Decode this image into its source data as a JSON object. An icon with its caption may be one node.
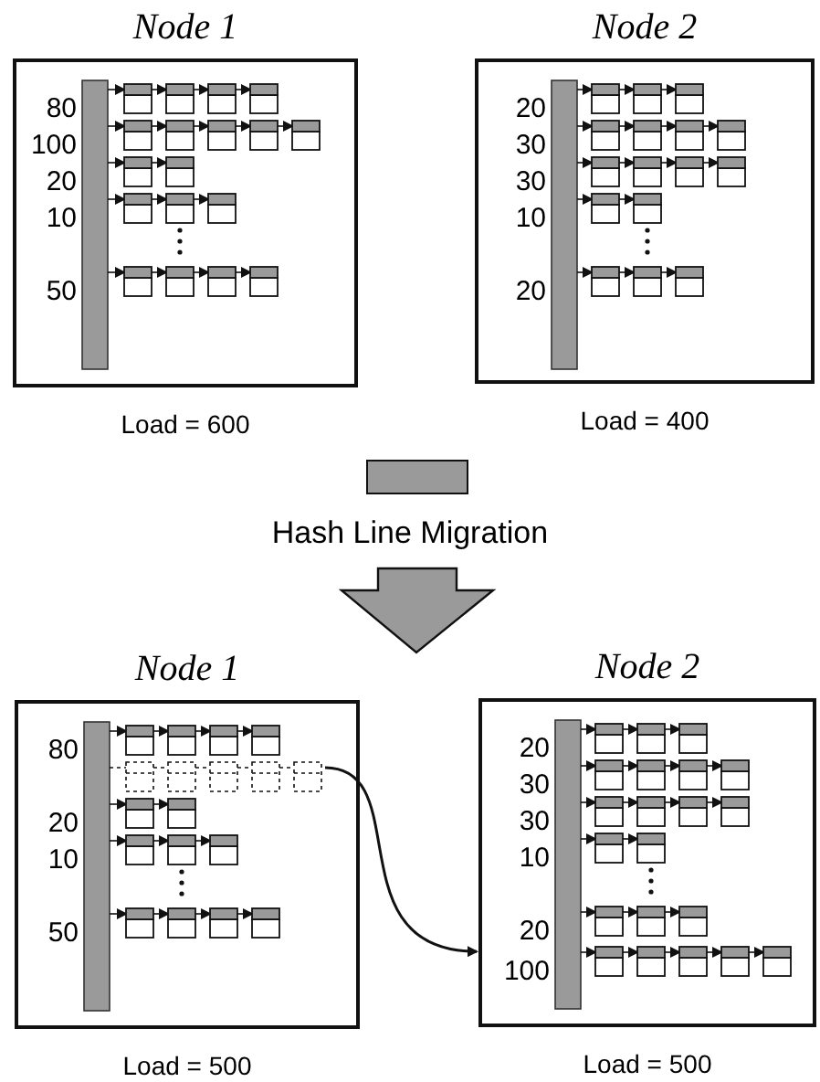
{
  "diagram": {
    "nodes": [
      {
        "text": [
          "Node 1"
        ],
        "beside": [
          "Load = 600"
        ]
      },
      {
        "text": [
          "Node 2"
        ],
        "beside": [
          "Load = 400"
        ]
      },
      {
        "text": [
          "Node 1"
        ],
        "beside": [
          "Load = 500"
        ]
      },
      {
        "text": [],
        "shape": "box",
        "in": 2
      },
      {
        "text": [
          "Node 2"
        ],
        "beside": [
          "Load = 500"
        ]
      }
    ],
    "edges": [
      {
        "from": 3,
        "to": 4,
        "arrow": "to"
      }
    ],
    "labels": [
      "80",
      "100",
      "20",
      "10",
      "50",
      "20",
      "30",
      "30",
      "10",
      "20",
      "Hash Line Migration",
      "80",
      "20",
      "10",
      "50",
      "20",
      "30",
      "30",
      "10",
      "20",
      "100"
    ]
  }
}
